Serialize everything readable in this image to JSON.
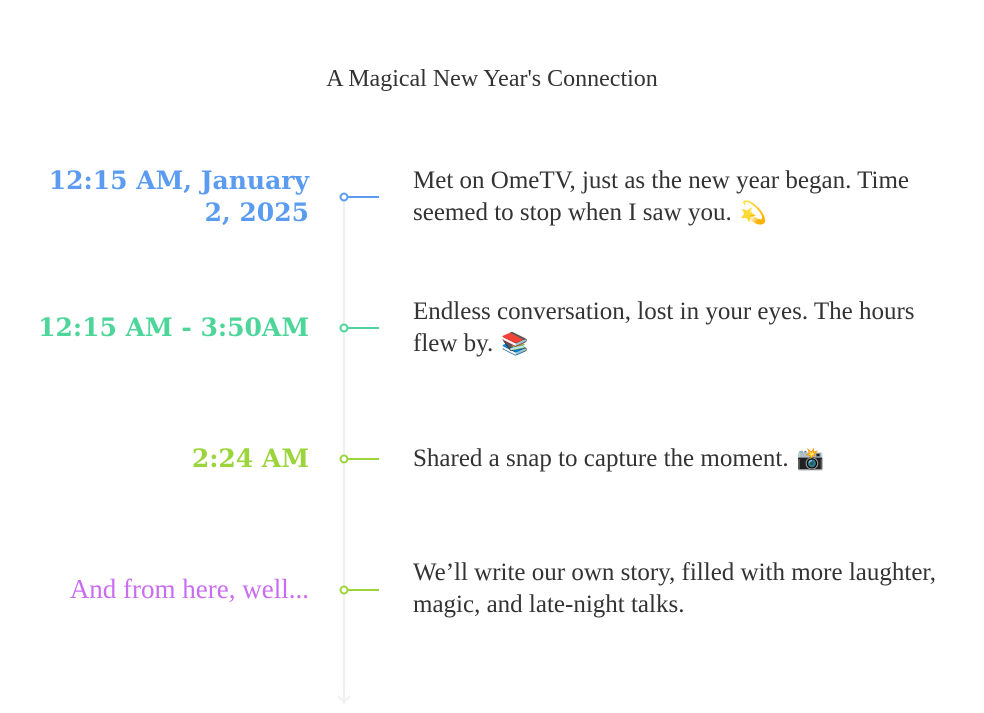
{
  "title": "A Magical New Year's Connection",
  "events": [
    {
      "date": "12:15 AM, January 2, 2025",
      "description": "Met on OmeTV, just as the new year began. Time seemed to stop when I saw you.",
      "emoji": "💫",
      "color": "#5b9bf0"
    },
    {
      "date": "12:15 AM -  3:50AM",
      "description": "Endless conversation, lost in your eyes. The hours flew by.",
      "emoji": "📚",
      "color": "#4dd59a"
    },
    {
      "date": "2:24 AM",
      "description": "Shared a snap to capture the moment.",
      "emoji": "📸",
      "color": "#9bd53b"
    },
    {
      "date": "And from here, well...",
      "description": "We’ll write our own story, filled with more laughter, magic, and late-night talks.",
      "emoji": "",
      "color": "#c86cf0",
      "connector_color": "#9bd53b"
    }
  ]
}
